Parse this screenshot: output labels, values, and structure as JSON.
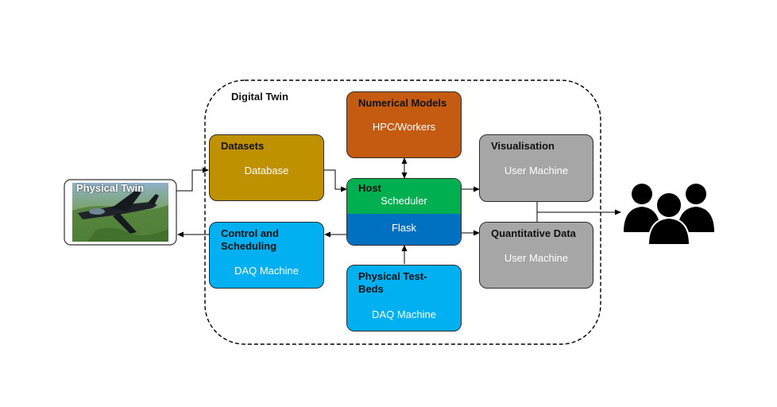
{
  "digital_twin": {
    "title": "Digital Twin"
  },
  "physical_twin": {
    "label": "Physical Twin",
    "image": "jet-aircraft-photo"
  },
  "boxes": {
    "numerical_models": {
      "title": "Numerical Models",
      "subtitle": "HPC/Workers",
      "color": "#c55a11"
    },
    "datasets": {
      "title": "Datasets",
      "subtitle": "Database",
      "color": "#bf9000"
    },
    "host": {
      "title": "Host",
      "scheduler": "Scheduler",
      "flask": "Flask",
      "scheduler_color": "#00b050",
      "flask_color": "#0070c0"
    },
    "control": {
      "title": "Control and Scheduling",
      "subtitle": "DAQ Machine",
      "color": "#00b0f0"
    },
    "test_beds": {
      "title": "Physical Test-Beds",
      "subtitle": "DAQ Machine",
      "color": "#00b0f0"
    },
    "visualisation": {
      "title": "Visualisation",
      "subtitle": "User Machine",
      "color": "#a6a6a6"
    },
    "quantitative": {
      "title": "Quantitative Data",
      "subtitle": "User Machine",
      "color": "#a6a6a6"
    }
  },
  "users_icon": "users-group-icon"
}
